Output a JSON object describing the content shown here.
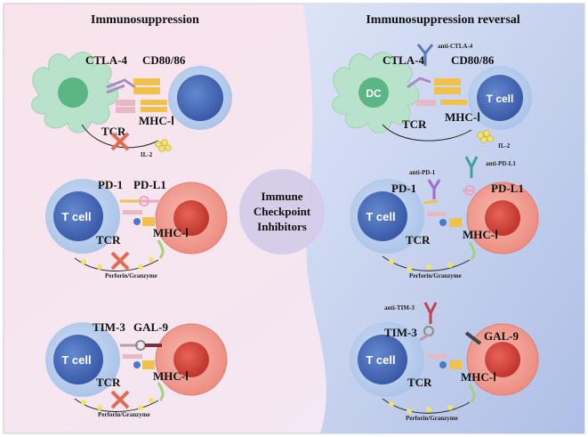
{
  "titles": {
    "left": "Immunosuppression",
    "right": "Immunosuppression reversal",
    "center": [
      "Immune",
      "Checkpoint",
      "Inhibitors"
    ]
  },
  "labels": {
    "ctla4": "CTLA-4",
    "cd8086": "CD80/86",
    "mhc1": "MHC-Ⅰ",
    "tcr": "TCR",
    "il2": "IL-2",
    "pd1": "PD-1",
    "pdl1": "PD-L1",
    "tim3": "TIM-3",
    "gal9": "GAL-9",
    "tcell": "T cell",
    "dc": "DC",
    "perforin": "Perforin/Granzyme",
    "anti_ctla4": "anti-CTLA-4",
    "anti_pd1": "anti-PD-1",
    "anti_pdl1": "anti-PD-L1",
    "anti_tim3": "anti-TIM-3"
  },
  "colors": {
    "bg_left": "#f7dde6",
    "bg_right": "#c9d5ef",
    "tcell_outer": "#b9cfee",
    "tcell_inner": "#4a6fbd",
    "tumor_outer": "#f4a79c",
    "tumor_inner": "#d8463b",
    "dc_body": "#b4e0c6",
    "dc_nucleus": "#5bb584",
    "block_x": "#e06a52",
    "granule": "#f1e36a",
    "center_circle": "#cfc4e6"
  }
}
